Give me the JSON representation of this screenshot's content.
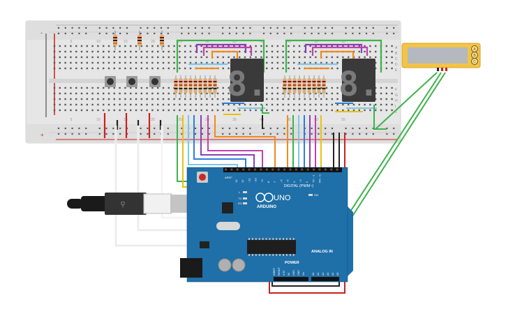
{
  "breadboard": {
    "col_numbers": [
      "5",
      "10",
      "15",
      "20",
      "25",
      "30",
      "35",
      "40",
      "45",
      "50",
      "55"
    ],
    "row_letters_top": [
      "A",
      "B",
      "C",
      "D",
      "E"
    ],
    "row_letters_bottom": [
      "F",
      "G",
      "H",
      "I",
      "J"
    ],
    "minus_label": "-",
    "plus_label": "+"
  },
  "seven_segment_displays": [
    {
      "id": "display-1",
      "digit": "8."
    },
    {
      "id": "display-2",
      "digit": "8."
    }
  ],
  "lcd_module": {
    "pins": [
      "A",
      "B",
      "C"
    ]
  },
  "arduino": {
    "aref_label": "AREF",
    "gnd_label": "GND",
    "digital_pin_numbers": [
      "13",
      "12",
      "~11",
      "~10",
      "~9",
      "8",
      "7",
      "~6",
      "~5",
      "4",
      "~3",
      "2",
      "TX→1",
      "RX←0"
    ],
    "digital_header_label": "DIGITAL (PWM~)",
    "logo_text": "UNO",
    "brand_text": "ARDUINO",
    "power_label": "POWER",
    "analog_label": "ANALOG IN",
    "power_pins": [
      "IOREF",
      "RESET",
      "3.3V",
      "5V",
      "GND",
      "GND",
      "Vin"
    ],
    "analog_pins": [
      "A0",
      "A1",
      "A2",
      "A3",
      "A4",
      "A5"
    ],
    "led_labels": [
      "L",
      "TX",
      "RX"
    ],
    "on_label": "ON"
  },
  "colors": {
    "board_blue": "#1f6fa8",
    "breadboard_bg": "#e6e6e6",
    "wire_red": "#cc1f1f",
    "wire_black": "#222222",
    "wire_green": "#3db34a",
    "wire_purple": "#8a3fb8",
    "wire_orange": "#f08a1e",
    "wire_yellow": "#e8c20c",
    "wire_blue": "#2d7ed8",
    "wire_lightblue": "#7cc6e8",
    "wire_white": "#f4f4f4",
    "wire_brown": "#8b5a2b"
  }
}
